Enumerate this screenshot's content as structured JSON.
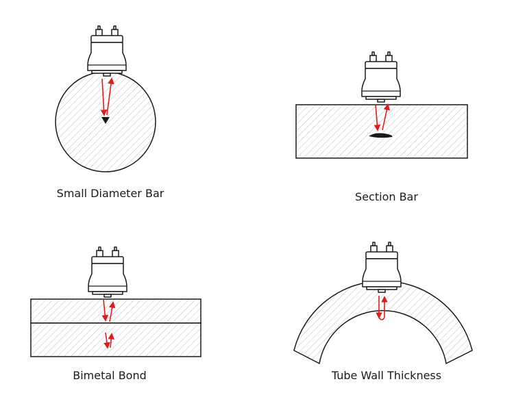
{
  "panels": [
    {
      "id": "small-diameter-bar",
      "caption": "Small Diameter Bar"
    },
    {
      "id": "section-bar",
      "caption": "Section Bar"
    },
    {
      "id": "bimetal-bond",
      "caption": "Bimetal Bond"
    },
    {
      "id": "tube-wall-thickness",
      "caption": "Tube Wall Thickness"
    }
  ],
  "colors": {
    "outline": "#1a1a1a",
    "hatch": "#b5b5b5",
    "beam": "#e01b1b",
    "background": "#ffffff"
  },
  "icons": {
    "probe": "ultrasonic-transducer-icon",
    "defect": "flaw-icon"
  }
}
